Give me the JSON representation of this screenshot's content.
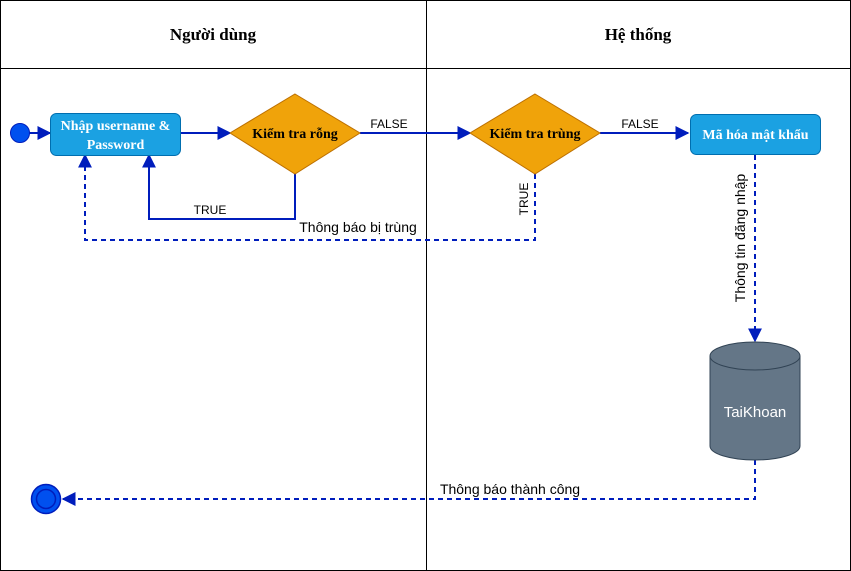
{
  "lanes": {
    "user": "Người dùng",
    "system": "Hệ thống"
  },
  "nodes": {
    "input_line1": "Nhập username &",
    "input_line2": "Password",
    "check_empty": "Kiểm tra rỗng",
    "check_dup": "Kiểm tra trùng",
    "encrypt": "Mã hóa mật khẩu",
    "database": "TaiKhoan"
  },
  "edges": {
    "empty_false": "FALSE",
    "empty_true": "TRUE",
    "dup_false": "FALSE",
    "dup_true": "TRUE",
    "dup_notice": "Thông báo bị trùng",
    "login_info": "Thông tin đăng nhập",
    "success_notice": "Thông báo thành công"
  },
  "colors": {
    "process_fill": "#1ba1e2",
    "process_stroke": "#006eaf",
    "decision_fill": "#f0a30a",
    "decision_stroke": "#bd7000",
    "database_fill": "#647687",
    "database_stroke": "#314354",
    "edge": "#001dbc",
    "start_fill": "#0050ef"
  }
}
